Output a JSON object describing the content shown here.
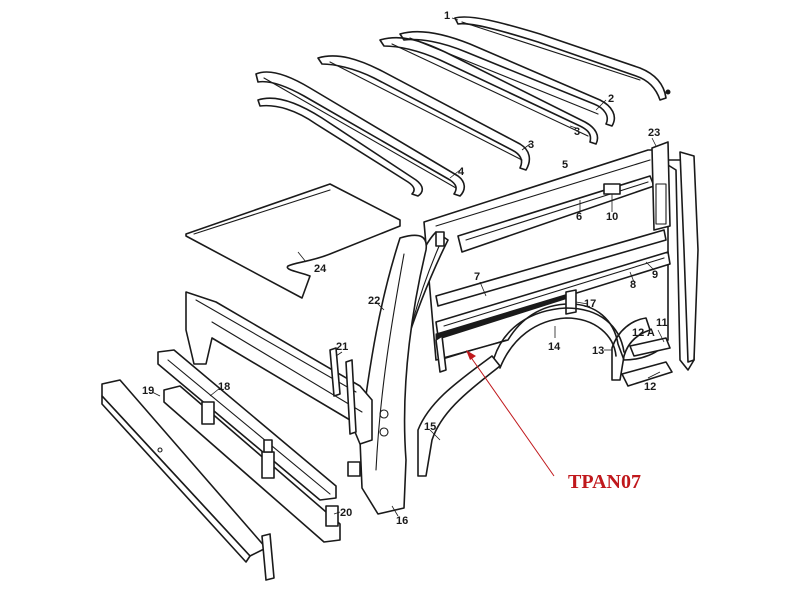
{
  "callout": {
    "text": "TPAN07",
    "color": "#c0181c"
  },
  "labels": {
    "p1": "1",
    "p2": "2",
    "p3a": "3",
    "p3b": "3",
    "p4": "4",
    "p5": "5",
    "p6": "6",
    "p7": "7",
    "p8": "8",
    "p9": "9",
    "p10": "10",
    "p11": "11",
    "p12": "12",
    "p12a": "12 A",
    "p13": "13",
    "p14": "14",
    "p15": "15",
    "p16": "16",
    "p17": "17",
    "p18": "18",
    "p19": "19",
    "p20": "20",
    "p21": "21",
    "p22": "22",
    "p23": "23",
    "p24": "24"
  }
}
